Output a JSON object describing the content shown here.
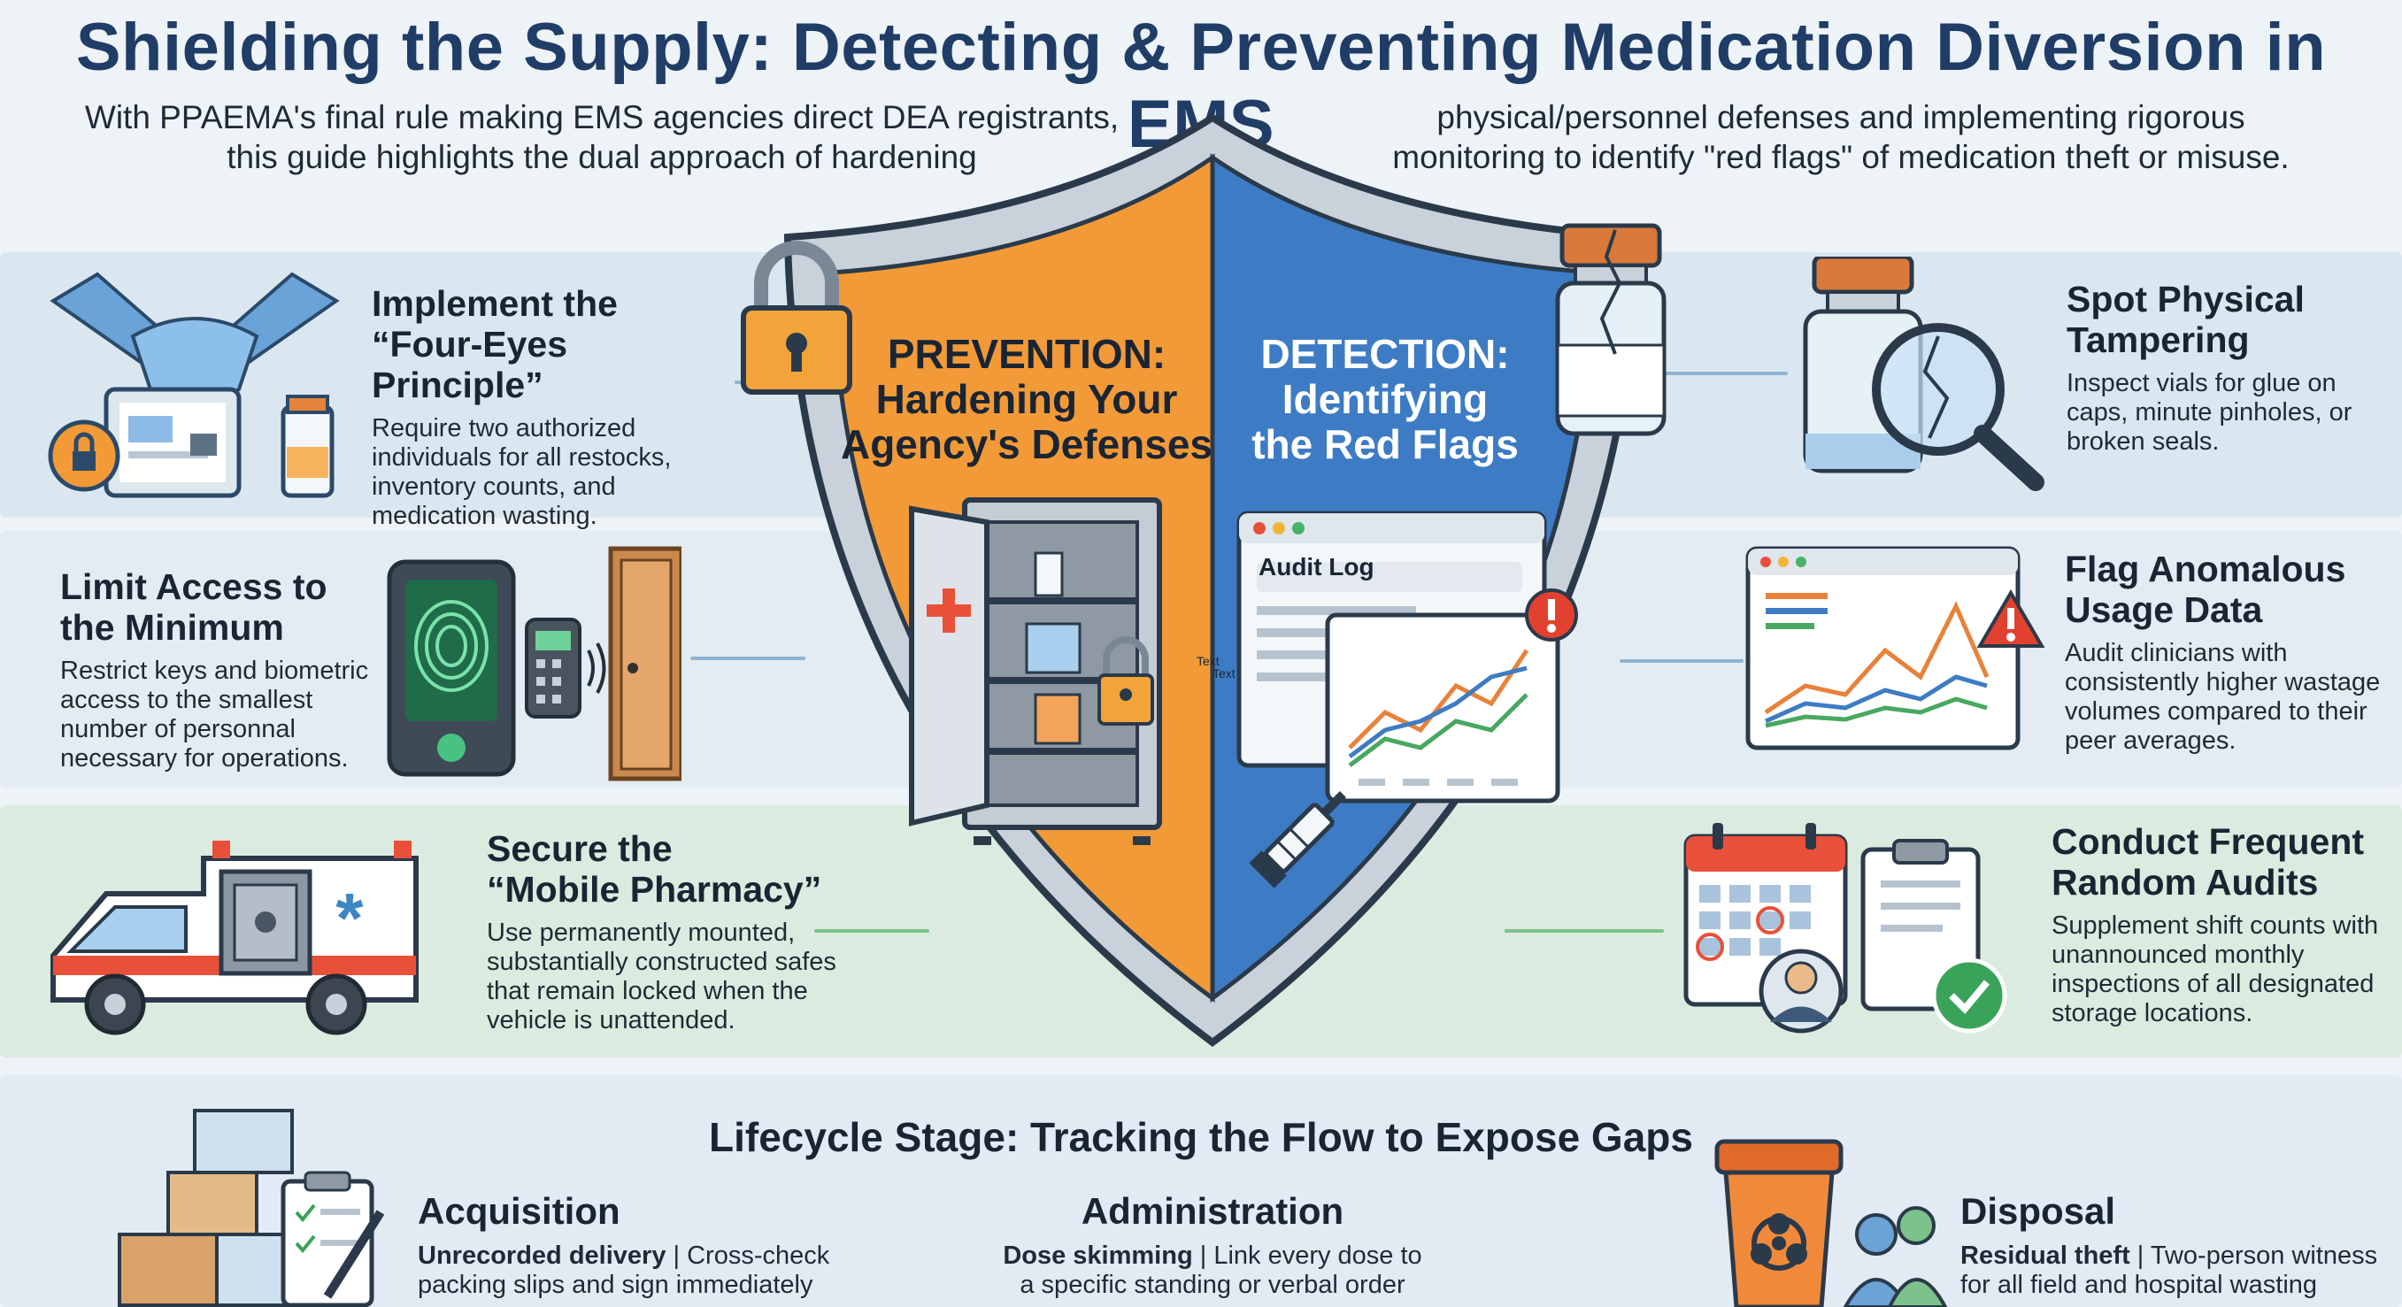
{
  "title": "Shielding the Supply: Detecting & Preventing Medication Diversion in EMS",
  "intro": {
    "left_line1": "With PPAEMA's final rule making EMS agencies direct DEA registrants,",
    "left_line2": "this guide highlights the dual approach of hardening",
    "right_line1": "physical/personnel defenses and implementing rigorous",
    "right_line2": "monitoring to identify \"red flags\" of medication theft or misuse."
  },
  "shield": {
    "prevention_title": "PREVENTION:",
    "prevention_sub1": "Hardening Your",
    "prevention_sub2": "Agency's Defenses",
    "detection_title": "DETECTION:",
    "detection_sub1": "Identifying",
    "detection_sub2": "the Red Flags",
    "audit_log_label": "Audit Log",
    "stray_text": "Text"
  },
  "prevention_items": [
    {
      "heading_line1": "Implement the",
      "heading_line2": "“Four-Eyes Principle”",
      "description": "Require two authorized individuals for all restocks, inventory counts, and medication wasting."
    },
    {
      "heading_line1": "Limit Access to",
      "heading_line2": "the Minimum",
      "description": "Restrict keys and biometric access to the smallest number of personnal necessary for operations."
    },
    {
      "heading_line1": "Secure the",
      "heading_line2": "“Mobile Pharmacy”",
      "description": "Use permanently mounted, substantially constructed safes that remain locked when the vehicle is unattended."
    }
  ],
  "detection_items": [
    {
      "heading_line1": "Spot Physical",
      "heading_line2": "Tampering",
      "description": "Inspect vials for glue on caps, minute pinholes, or broken seals."
    },
    {
      "heading_line1": "Flag Anomalous",
      "heading_line2": "Usage Data",
      "description": "Audit clinicians with consistently higher wastage volumes compared to their peer averages."
    },
    {
      "heading_line1": "Conduct Frequent",
      "heading_line2": "Random Audits",
      "description": "Supplement shift counts with unannounced monthly inspections of all designated storage locations."
    }
  ],
  "lifecycle": {
    "title": "Lifecycle Stage: Tracking the Flow to Expose Gaps",
    "stages": [
      {
        "name": "Acquisition",
        "risk": "Unrecorded delivery",
        "separator": " | ",
        "line1_rest": "Cross-check",
        "line2": "packing slips and sign immediately"
      },
      {
        "name": "Administration",
        "risk": "Dose skimming",
        "separator": " | ",
        "line1_rest": "Link every dose to",
        "line2": "a specific standing or verbal order"
      },
      {
        "name": "Disposal",
        "risk": "Residual theft",
        "separator": " | ",
        "line1_rest": "Two-person witness",
        "line2": "for all field and hospital wasting"
      }
    ]
  },
  "colors": {
    "prevention_orange": "#f29a38",
    "detection_blue": "#3d7cc4",
    "title_navy": "#1f3d66",
    "alert_red": "#e2412f",
    "check_green": "#3aa35a"
  },
  "icons": [
    "handshake-icon",
    "padlock-icon",
    "tablet-lock-icon",
    "vial-icon",
    "fingerprint-scanner-icon",
    "keypad-icon",
    "door-icon",
    "ambulance-icon",
    "safe-icon",
    "cabinet-icon",
    "syringe-icon",
    "cracked-vial-icon",
    "magnifier-icon",
    "line-chart-icon",
    "warning-icon",
    "calendar-icon",
    "clipboard-icon",
    "auditor-avatar-icon",
    "checkmark-icon",
    "boxes-icon",
    "biohazard-bin-icon",
    "people-icon"
  ]
}
